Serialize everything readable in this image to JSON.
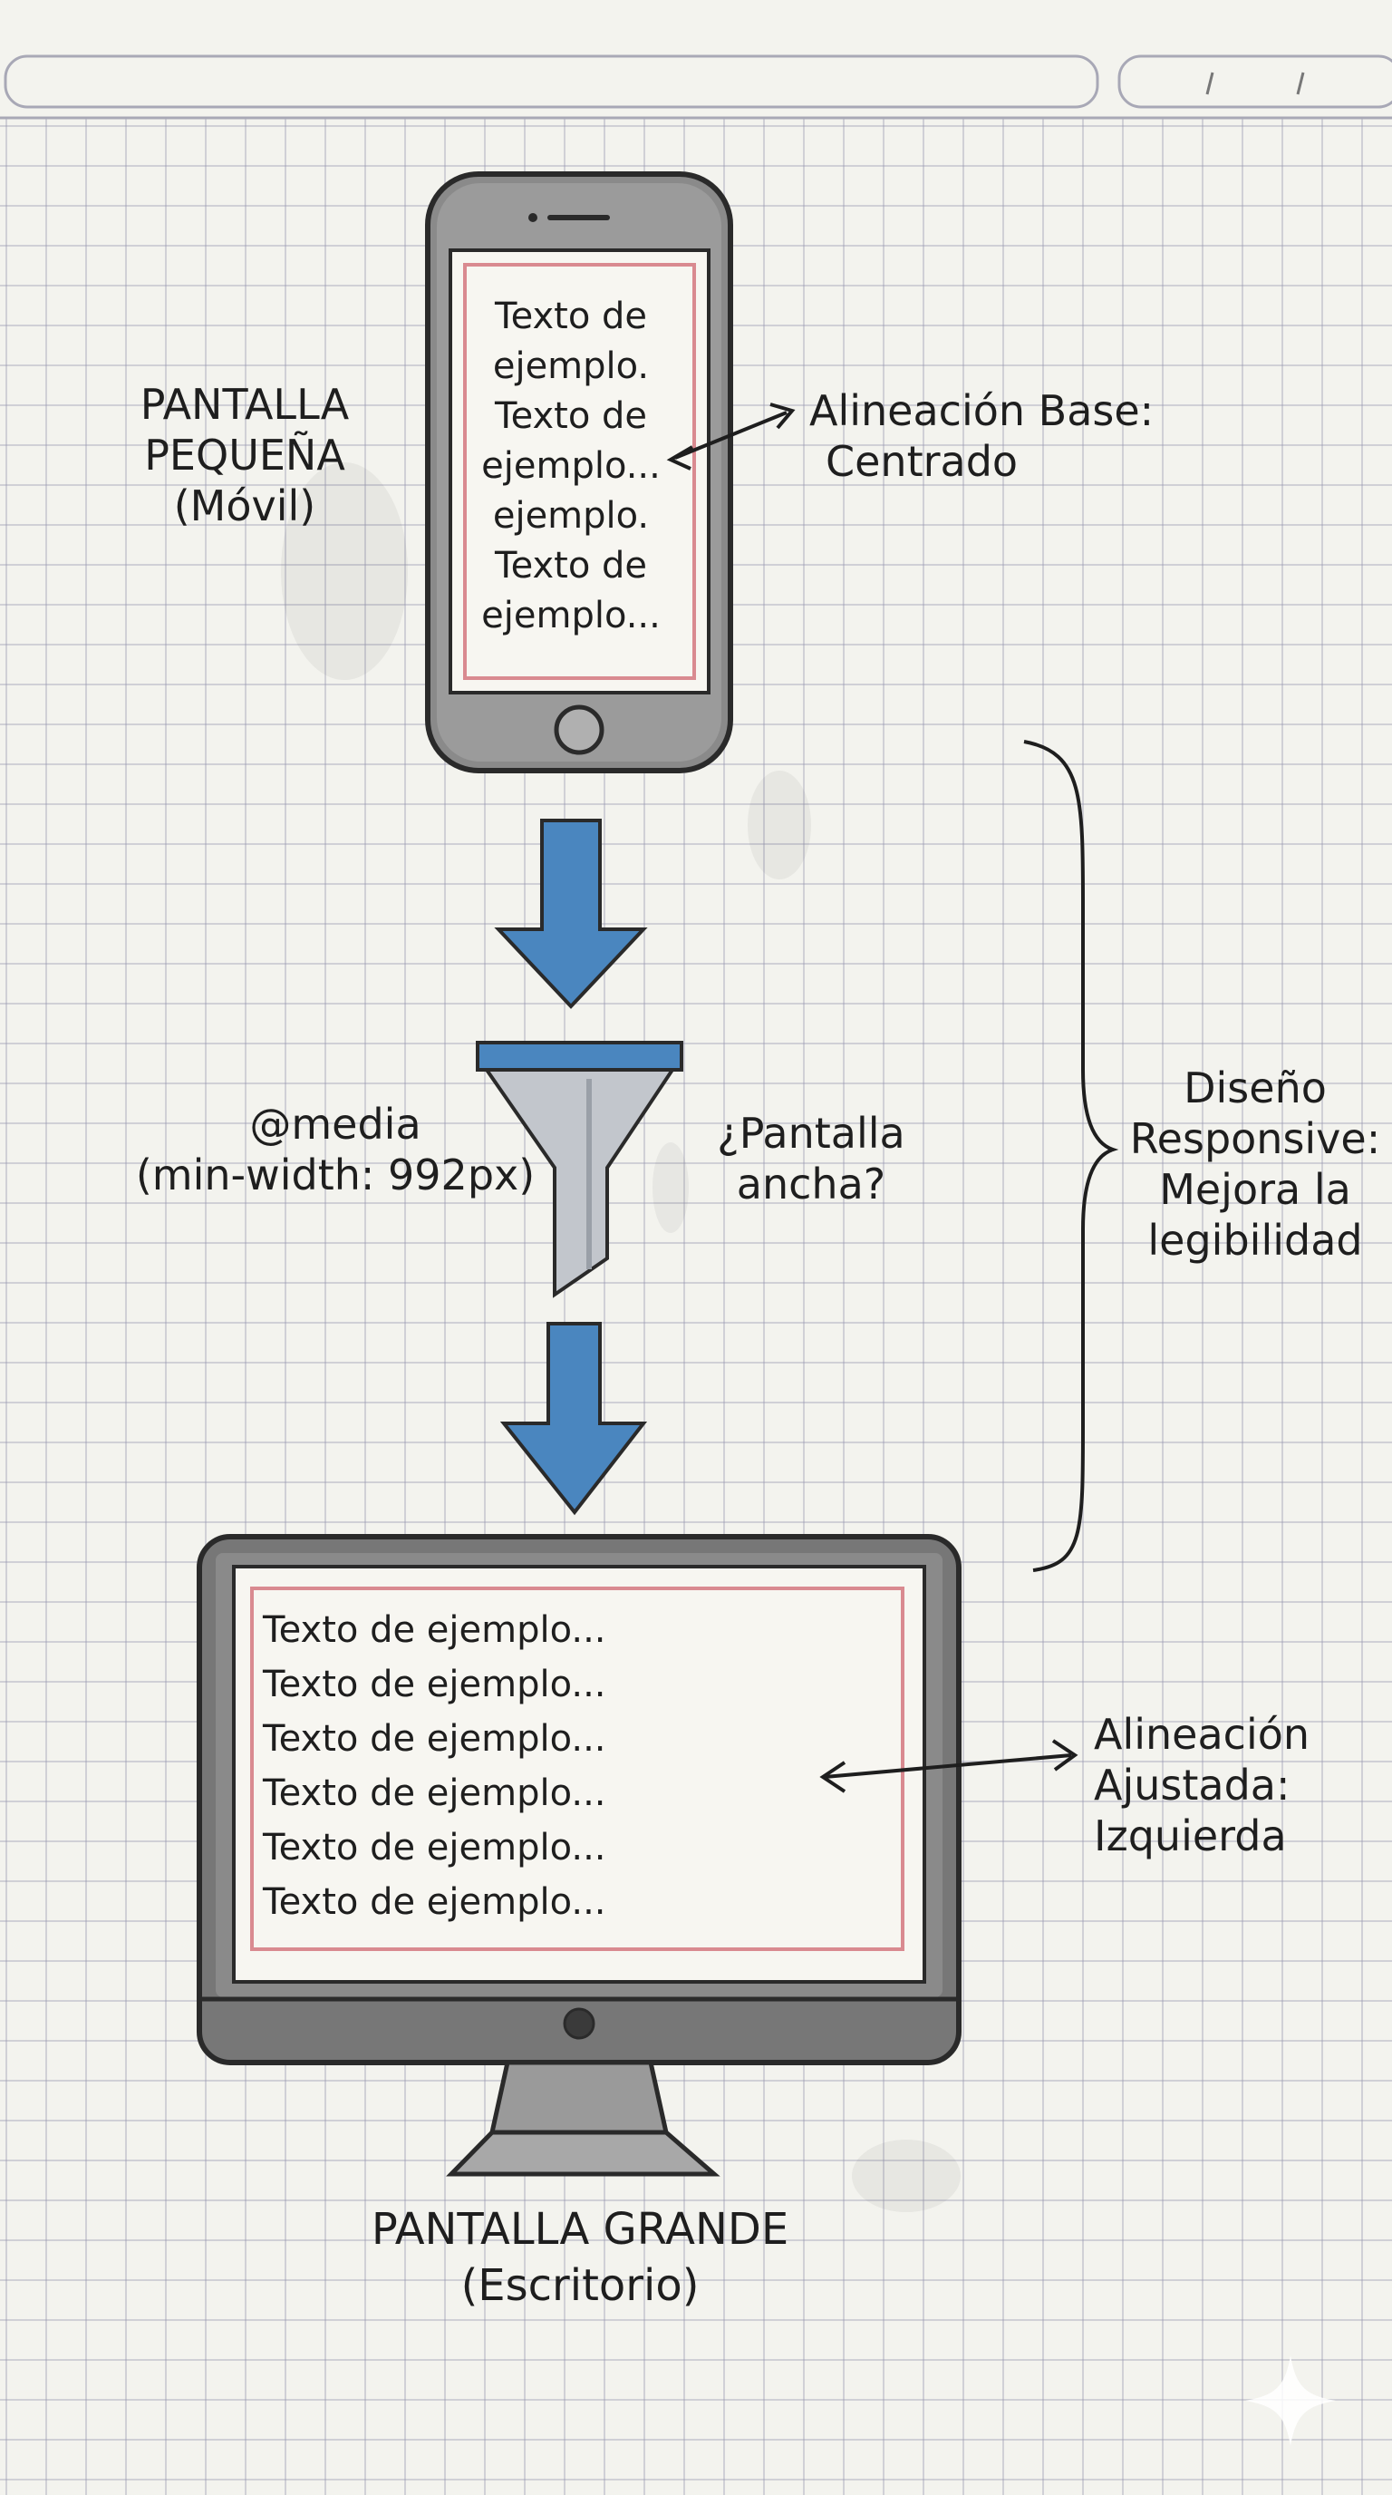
{
  "labels": {
    "small_screen": [
      "PANTALLA",
      "PEQUEÑA",
      "(Móvil)"
    ],
    "base_alignment": [
      "Alineación Base:",
      "Centrado"
    ],
    "media_query": [
      "@media",
      "(min-width: 992px)"
    ],
    "wide_question": [
      "¿Pantalla",
      "ancha?"
    ],
    "responsive_design": [
      "Diseño",
      "Responsive:",
      "Mejora la",
      "legibilidad"
    ],
    "adjusted_alignment": [
      "Alineación",
      "Ajustada:",
      "Izquierda"
    ],
    "large_screen": [
      "PANTALLA GRANDE",
      "(Escritorio)"
    ]
  },
  "phone_screen_lines": [
    "Texto de",
    "ejemplo.",
    "Texto de",
    "ejemplo...",
    "ejemplo.",
    "Texto de",
    "ejemplo..."
  ],
  "monitor_screen_lines": [
    "Texto de ejemplo...",
    "Texto de ejemplo...",
    "Texto de ejemplo...",
    "Texto de ejemplo...",
    "Texto de ejemplo...",
    "Texto de ejemplo..."
  ],
  "colors": {
    "ink": "#1e1e1e",
    "device_gray": "#7b7b7b",
    "screen_border_red": "#d98a90",
    "arrow_blue": "#4a86bf",
    "funnel_gray": "#c2c6cc",
    "paper": "#f3f3ee"
  }
}
